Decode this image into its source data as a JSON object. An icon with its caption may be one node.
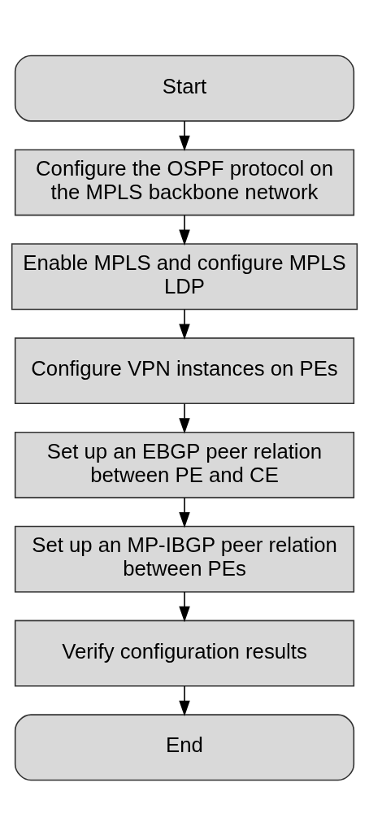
{
  "diagram": {
    "nodes": [
      {
        "text": [
          "Start"
        ]
      },
      {
        "text": [
          "Configure the OSPF protocol on the MPLS backbone network"
        ]
      },
      {
        "text": [
          "Enable MPLS and configure MPLS LDP"
        ]
      },
      {
        "text": [
          "Configure VPN instances on PEs"
        ]
      },
      {
        "text": [
          "Set up an EBGP peer relation between PE and CE"
        ]
      },
      {
        "text": [
          "Set up an MP-IBGP peer relation between PEs"
        ]
      },
      {
        "text": [
          "Verify configuration results"
        ]
      },
      {
        "text": [
          "End"
        ]
      }
    ],
    "edges": [
      {
        "from": 0,
        "to": 1,
        "arrow": "to"
      },
      {
        "from": 1,
        "to": 2,
        "arrow": "to"
      },
      {
        "from": 2,
        "to": 3,
        "arrow": "to"
      },
      {
        "from": 3,
        "to": 4,
        "arrow": "to"
      },
      {
        "from": 4,
        "to": 5,
        "arrow": "to"
      },
      {
        "from": 5,
        "to": 6,
        "arrow": "to"
      },
      {
        "from": 6,
        "to": 7,
        "arrow": "to"
      }
    ]
  }
}
